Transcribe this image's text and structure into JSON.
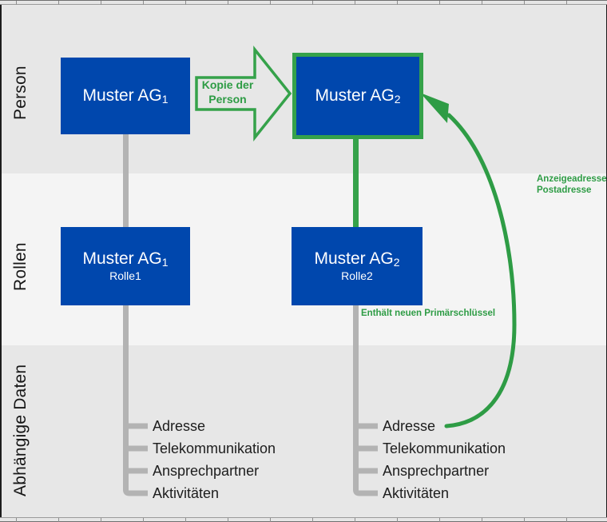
{
  "diagram": {
    "bands": [
      {
        "id": "person",
        "label": "Person"
      },
      {
        "id": "rollen",
        "label": "Rollen"
      },
      {
        "id": "abhaengige-daten",
        "label": "Abhängige Daten"
      }
    ],
    "boxes": [
      {
        "id": "person-original",
        "title": "Muster AG",
        "index": "1",
        "sub": ""
      },
      {
        "id": "person-copy",
        "title": "Muster AG",
        "index": "2",
        "sub": ""
      },
      {
        "id": "rolle-original",
        "title": "Muster AG",
        "index": "1",
        "sub": "Rolle1"
      },
      {
        "id": "rolle-copy",
        "title": "Muster AG",
        "index": "2",
        "sub": "Rolle2"
      }
    ],
    "copy_arrow_label": "Kopie der\nPerson",
    "copy_arrow_label_line1": "Kopie der",
    "copy_arrow_label_line2": "Person",
    "notes": {
      "primary_key": "Enthält neuen Primärschlüssel",
      "address_line1": "Anzeigeadresse",
      "address_line2": "Postadresse"
    },
    "dependent_data_left": [
      "Adresse",
      "Telekommunikation",
      "Ansprechpartner",
      "Aktivitäten"
    ],
    "dependent_data_right": [
      "Adresse",
      "Telekommunikation",
      "Ansprechpartner",
      "Aktivitäten"
    ],
    "colors": {
      "box_fill": "#0047ad",
      "highlight": "#35a24a",
      "accent_green": "#2e9c45",
      "connector_gray": "#b3b3b3",
      "band_dark": "#e7e7e7",
      "band_light": "#f4f4f4"
    }
  }
}
